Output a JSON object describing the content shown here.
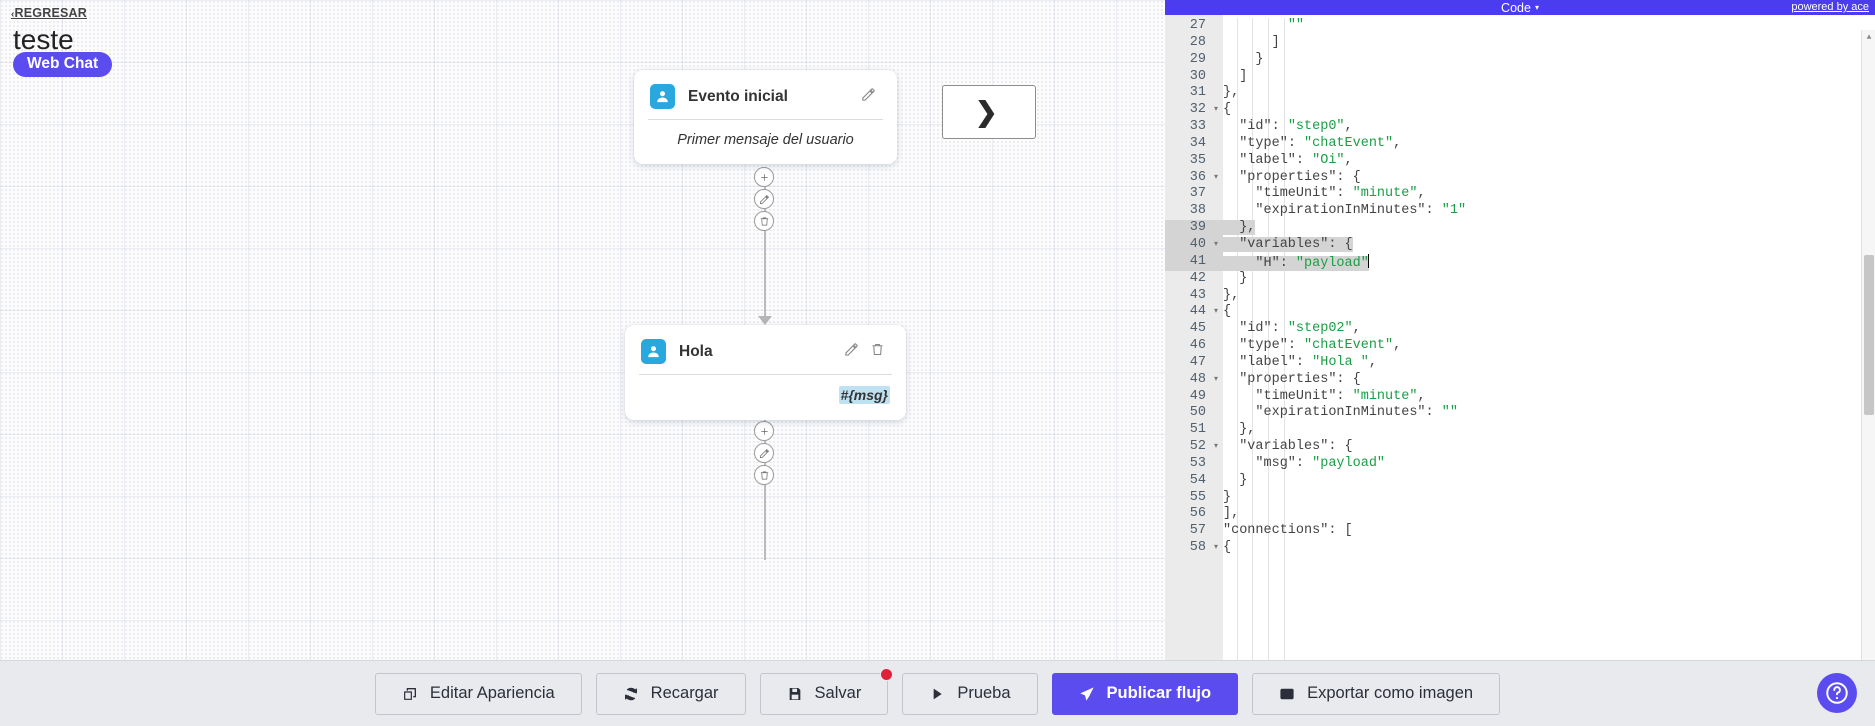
{
  "header": {
    "back_label": "REGRESAR",
    "back_chevron": "‹",
    "project_title": "teste",
    "channel_badge": "Web Chat"
  },
  "flow": {
    "nodes": [
      {
        "title": "Evento inicial",
        "body": "Primer mensaje del usuario",
        "avatar_icon": "user-avatar-icon",
        "edit_icon": "pencil-icon",
        "has_delete": false
      },
      {
        "title": "Hola",
        "body": "#{msg}",
        "avatar_icon": "user-avatar-icon",
        "edit_icon": "pencil-icon",
        "delete_icon": "trash-icon",
        "has_delete": true
      }
    ],
    "connector_actions": [
      "add-icon",
      "pencil-icon",
      "trash-icon"
    ]
  },
  "code_panel": {
    "title": "Code",
    "caret": "▾",
    "powered_by": "powered by ace",
    "first_line_number": 27,
    "selected_lines": [
      39,
      40,
      41
    ],
    "fold_lines": [
      32,
      36,
      40,
      44,
      48,
      52,
      58
    ],
    "lines": [
      {
        "n": 27,
        "text": "        \"\""
      },
      {
        "n": 28,
        "text": "      ]"
      },
      {
        "n": 29,
        "text": "    }"
      },
      {
        "n": 30,
        "text": "  ]"
      },
      {
        "n": 31,
        "text": "},"
      },
      {
        "n": 32,
        "text": "{"
      },
      {
        "n": 33,
        "text": "  \"id\": \"step0\","
      },
      {
        "n": 34,
        "text": "  \"type\": \"chatEvent\","
      },
      {
        "n": 35,
        "text": "  \"label\": \"Oi\","
      },
      {
        "n": 36,
        "text": "  \"properties\": {"
      },
      {
        "n": 37,
        "text": "    \"timeUnit\": \"minute\","
      },
      {
        "n": 38,
        "text": "    \"expirationInMinutes\": \"1\""
      },
      {
        "n": 39,
        "text": "  },"
      },
      {
        "n": 40,
        "text": "  \"variables\": {"
      },
      {
        "n": 41,
        "text": "    \"H\": \"payload\""
      },
      {
        "n": 42,
        "text": "  }"
      },
      {
        "n": 43,
        "text": "},"
      },
      {
        "n": 44,
        "text": "{"
      },
      {
        "n": 45,
        "text": "  \"id\": \"step02\","
      },
      {
        "n": 46,
        "text": "  \"type\": \"chatEvent\","
      },
      {
        "n": 47,
        "text": "  \"label\": \"Hola \","
      },
      {
        "n": 48,
        "text": "  \"properties\": {"
      },
      {
        "n": 49,
        "text": "    \"timeUnit\": \"minute\","
      },
      {
        "n": 50,
        "text": "    \"expirationInMinutes\": \"\""
      },
      {
        "n": 51,
        "text": "  },"
      },
      {
        "n": 52,
        "text": "  \"variables\": {"
      },
      {
        "n": 53,
        "text": "    \"msg\": \"payload\""
      },
      {
        "n": 54,
        "text": "  }"
      },
      {
        "n": 55,
        "text": "}"
      },
      {
        "n": 56,
        "text": "],"
      },
      {
        "n": 57,
        "text": "\"connections\": ["
      },
      {
        "n": 58,
        "text": "{"
      }
    ]
  },
  "collapse_toggle": {
    "icon": "chevron-right-icon"
  },
  "toolbar": {
    "buttons": [
      {
        "label": "Editar Apariencia",
        "icon": "edit-square-icon",
        "primary": false,
        "badge": false
      },
      {
        "label": "Recargar",
        "icon": "refresh-icon",
        "primary": false,
        "badge": false
      },
      {
        "label": "Salvar",
        "icon": "save-disk-icon",
        "primary": false,
        "badge": true
      },
      {
        "label": "Prueba",
        "icon": "play-icon",
        "primary": false,
        "badge": false
      },
      {
        "label": "Publicar flujo",
        "icon": "send-paper-plane-icon",
        "primary": true,
        "badge": false
      },
      {
        "label": "Exportar como imagen",
        "icon": "image-icon",
        "primary": false,
        "badge": false
      }
    ],
    "help_icon": "question-mark-icon"
  },
  "colors": {
    "accent": "#5b4cf0",
    "code_topbar": "#4b3cf0",
    "avatar": "#29a8e0",
    "badge_red": "#e0213a",
    "toolbar_bg": "#e9eaee",
    "chip_highlight": "#bfe2f2"
  }
}
